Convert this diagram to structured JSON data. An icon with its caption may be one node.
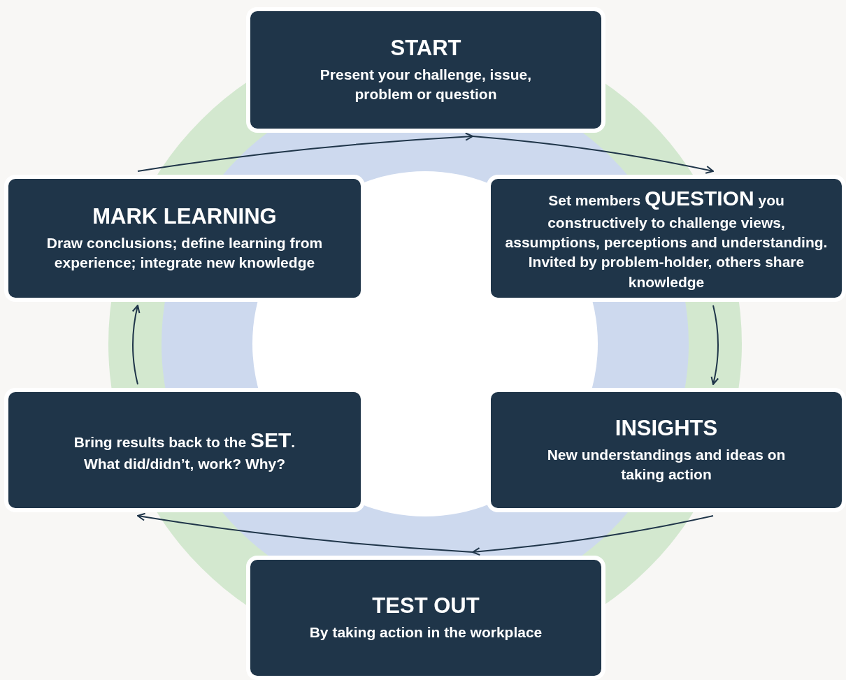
{
  "diagram": {
    "nodes": [
      {
        "text": [
          "START",
          "Present your challenge, issue, problem or question"
        ]
      },
      {
        "text": [
          "Set members **QUESTION** you constructively to challenge views, assumptions, perceptions and understanding. Invited by problem-holder, others share knowledge"
        ]
      },
      {
        "text": [
          "INSIGHTS",
          "New understandings and ideas on taking action"
        ]
      },
      {
        "text": [
          "TEST OUT",
          "By taking action in the workplace"
        ]
      },
      {
        "text": [
          "Bring results back to the **SET**. What did/didn’t, work? Why?"
        ]
      },
      {
        "text": [
          "MARK LEARNING",
          "Draw conclusions; define learning from experience; integrate new knowledge"
        ]
      }
    ],
    "edges": [
      {
        "from": 0,
        "to": 1,
        "arrow": "to"
      },
      {
        "from": 1,
        "to": 2,
        "arrow": "to"
      },
      {
        "from": 2,
        "to": 3,
        "arrow": "to"
      },
      {
        "from": 3,
        "to": 4,
        "arrow": "to"
      },
      {
        "from": 4,
        "to": 5,
        "arrow": "to"
      },
      {
        "from": 5,
        "to": 0,
        "arrow": "to"
      }
    ]
  }
}
